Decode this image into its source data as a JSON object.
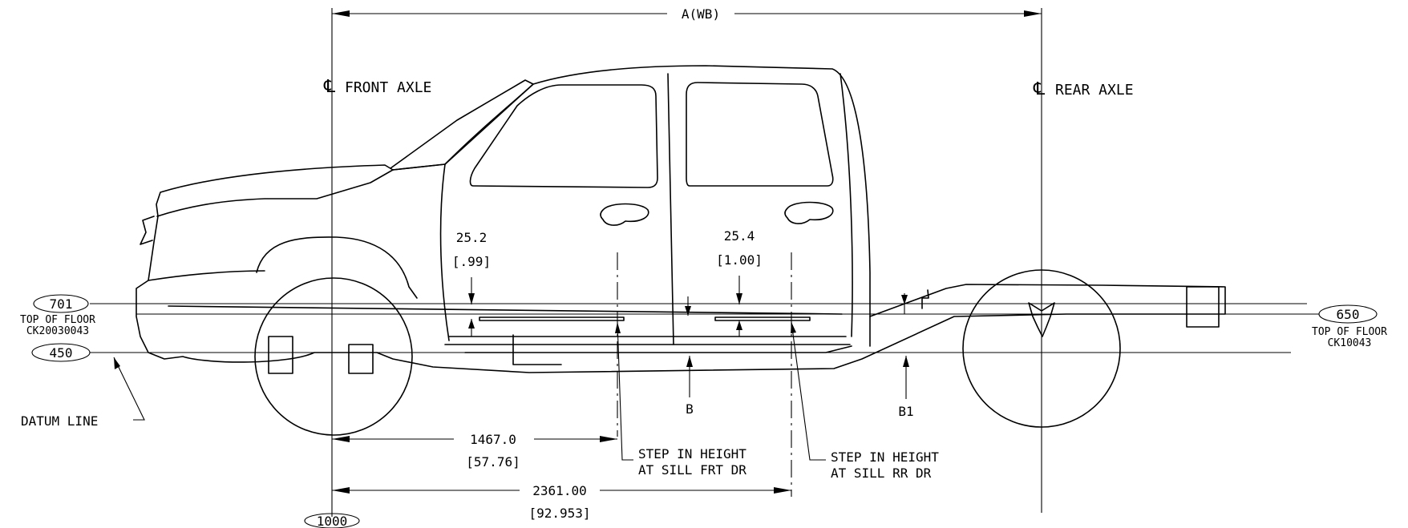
{
  "dimensions": {
    "wheelbase": "A(WB)",
    "front_step": {
      "mm": "25.2",
      "in": "[.99]"
    },
    "rear_step": {
      "mm": "25.4",
      "in": "[1.00]"
    },
    "front_sill": {
      "mm": "1467.0",
      "in": "[57.76]"
    },
    "rear_sill": {
      "mm": "2361.00",
      "in": "[92.953]"
    }
  },
  "labels": {
    "front_axle": "FRONT AXLE",
    "rear_axle": "REAR AXLE",
    "centerline_symbol": "℄",
    "point_b": "B",
    "point_b1": "B1",
    "datum_line": "DATUM LINE",
    "step_front_line1": "STEP IN HEIGHT",
    "step_front_line2": "AT SILL FRT DR",
    "step_rear_line1": "STEP IN HEIGHT",
    "step_rear_line2": "AT SILL RR DR"
  },
  "references": {
    "ref_701": "701",
    "ref_450": "450",
    "ref_650": "650",
    "ref_1000": "1000",
    "floor_front_line1": "TOP OF FLOOR",
    "floor_front_line2": "CK20030043",
    "floor_rear_line1": "TOP OF FLOOR",
    "floor_rear_line2": "CK10043"
  }
}
